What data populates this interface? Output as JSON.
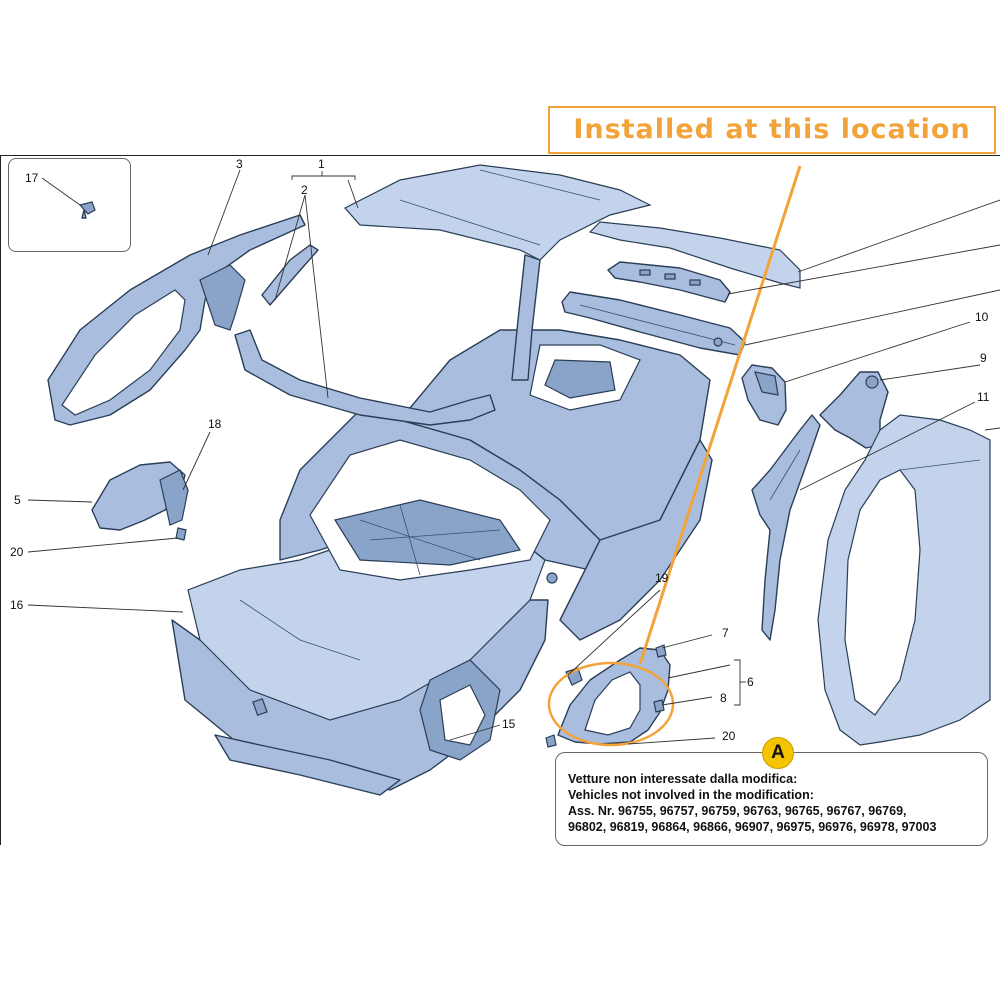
{
  "callout": {
    "text": "Installed at this location",
    "color": "#f2a33a"
  },
  "note": {
    "badge": "A",
    "badge_color": "#f5c400",
    "line1": "Vetture non interessate dalla modifica:",
    "line2": "Vehicles not involved in the modification:",
    "line3": "Ass. Nr. 96755, 96757, 96759, 96763, 96765, 96767, 96769,",
    "line4": "96802, 96819, 96864, 96866, 96907, 96975, 96976, 96978, 97003"
  },
  "parts": {
    "p1": "1",
    "p2": "2",
    "p3": "3",
    "p5": "5",
    "p6": "6",
    "p7": "7",
    "p8": "8",
    "p9": "9",
    "p10": "10",
    "p11": "11",
    "p15": "15",
    "p16": "16",
    "p17": "17",
    "p18": "18",
    "p19": "19",
    "p20a": "20",
    "p20b": "20"
  },
  "colors": {
    "part_fill": "#a9bedf",
    "outline": "#2b3e57"
  }
}
